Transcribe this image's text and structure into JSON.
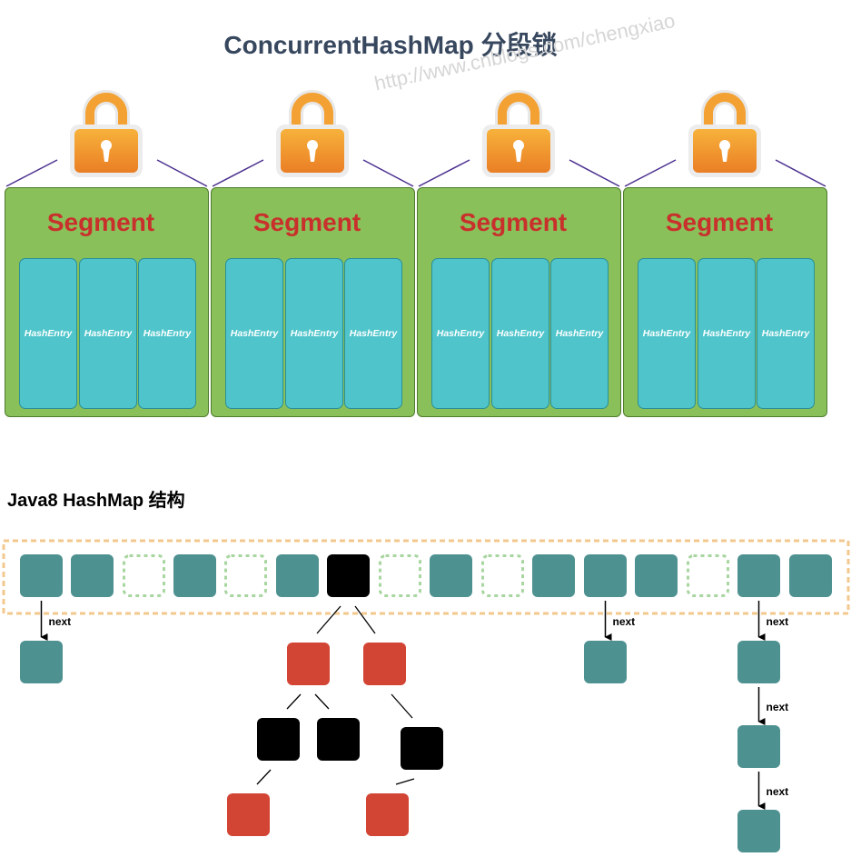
{
  "title": "ConcurrentHashMap 分段锁",
  "watermark": "http://www.cnblogs.com/chengxiao",
  "segments": [
    {
      "label": "Segment",
      "entries": [
        "HashEntry",
        "HashEntry",
        "HashEntry"
      ]
    },
    {
      "label": "Segment",
      "entries": [
        "HashEntry",
        "HashEntry",
        "HashEntry"
      ]
    },
    {
      "label": "Segment",
      "entries": [
        "HashEntry",
        "HashEntry",
        "HashEntry"
      ]
    },
    {
      "label": "Segment",
      "entries": [
        "HashEntry",
        "HashEntry",
        "HashEntry"
      ]
    }
  ],
  "lock_icon": "padlock-icon",
  "hashmap_title": "Java8 HashMap 结构",
  "bucket_array": [
    "filled",
    "filled",
    "empty",
    "filled",
    "empty",
    "filled",
    "tree",
    "empty",
    "filled",
    "empty",
    "filled",
    "filled",
    "filled",
    "empty",
    "filled",
    "filled"
  ],
  "next_label": "next",
  "linked_chains": [
    {
      "bucket": 0,
      "length": 1
    },
    {
      "bucket": 11,
      "length": 1
    },
    {
      "bucket": 14,
      "length": 3
    }
  ],
  "tree_nodes": [
    {
      "id": "root",
      "color": "black",
      "parent": null
    },
    {
      "id": "l",
      "color": "red",
      "parent": "root"
    },
    {
      "id": "r",
      "color": "red",
      "parent": "root"
    },
    {
      "id": "ll",
      "color": "black",
      "parent": "l"
    },
    {
      "id": "lr",
      "color": "black",
      "parent": "l"
    },
    {
      "id": "rr",
      "color": "black",
      "parent": "r"
    },
    {
      "id": "lll",
      "color": "red",
      "parent": "ll"
    },
    {
      "id": "rrl",
      "color": "red",
      "parent": "rr"
    }
  ],
  "colors": {
    "title": "#37475e",
    "segment": "#89c05a",
    "segment_label": "#c9302c",
    "entry": "#4fc5cb",
    "lock": "#f3a133",
    "connector": "#4b2f8f",
    "bucket": "#4e9191",
    "bucket_empty_border": "#a8d5a0",
    "array_border": "#f3c88e",
    "red_node": "#d24433",
    "black_node": "#000000"
  }
}
